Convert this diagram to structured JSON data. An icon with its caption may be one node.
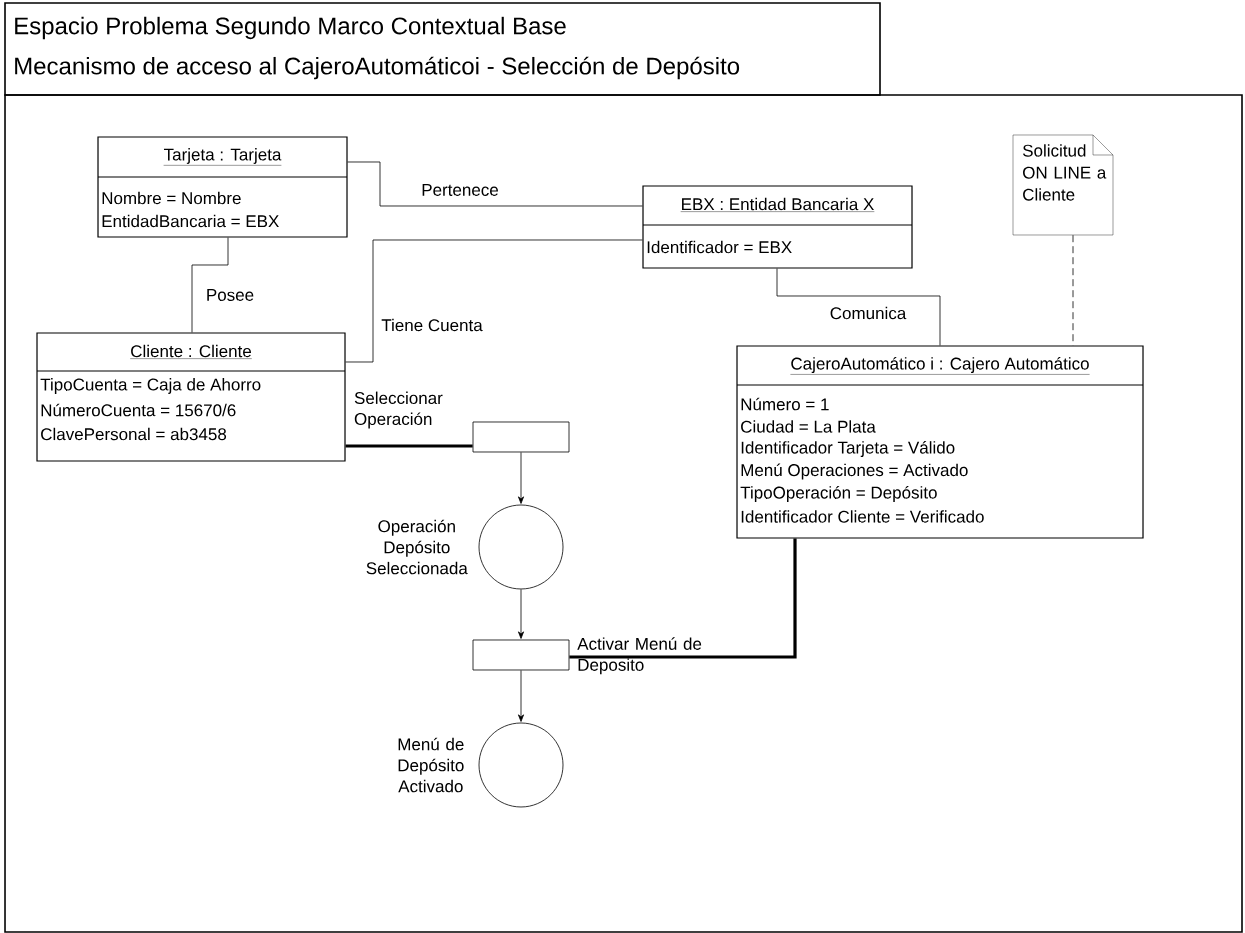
{
  "diagram": {
    "title": "Espacio Problema Segundo Marco Contextual Base",
    "nodes": [
      {
        "text": [
          "Tarjeta : Tarjeta",
          "Nombre = Nombre",
          "EntidadBancaria = EBX"
        ]
      },
      {
        "text": [
          "EBX : Entidad Bancaria X",
          "Identificador = EBX"
        ]
      },
      {
        "text": [
          "Solicitud ON LINE a Cliente"
        ]
      },
      {
        "text": [
          "Cliente : Cliente",
          "TipoCuenta = Caja de Ahorro",
          "NúmeroCuenta = 15670/6",
          "ClavePersonal = ab3458"
        ]
      },
      {
        "text": [
          "CajeroAutomático i : Cajero Automático",
          "Número = 1",
          "Ciudad = La Plata",
          "Identificador Tarjeta = Válido",
          "Menú Operaciones = Activado",
          "TipoOperación = Depósito",
          "Identificador Cliente = Verificado"
        ]
      },
      {
        "text": [],
        "shape": "box"
      },
      {
        "text": [],
        "shape": "circle",
        "beside": [
          "Operación Depósito Seleccionada"
        ]
      },
      {
        "text": [],
        "shape": "box",
        "beside": [
          "Activar Menú de Deposito"
        ]
      },
      {
        "text": [],
        "shape": "circle",
        "beside": [
          "Menú de Depósito Activado"
        ]
      }
    ],
    "edges": [
      {
        "from": 0,
        "to": 1,
        "arrow": "none",
        "label": "Pertenece"
      },
      {
        "from": 0,
        "to": 3,
        "arrow": "none",
        "label": "Posee"
      },
      {
        "from": 3,
        "to": 1,
        "arrow": "none",
        "label": "Tiene Cuenta"
      },
      {
        "from": 1,
        "to": 4,
        "arrow": "none",
        "label": "Comunica"
      },
      {
        "from": 2,
        "to": 4,
        "arrow": "none",
        "style": "dashed"
      },
      {
        "from": 3,
        "to": 5,
        "arrow": "none",
        "style": "thick",
        "label": "Seleccionar Operación"
      },
      {
        "from": 5,
        "to": 6,
        "arrow": "to"
      },
      {
        "from": 6,
        "to": 7,
        "arrow": "to"
      },
      {
        "from": 4,
        "to": 7,
        "arrow": "none",
        "style": "thick"
      },
      {
        "from": 7,
        "to": 8,
        "arrow": "to"
      }
    ],
    "labels": [
      "Mecanismo de acceso al CajeroAutomáticoi - Selección de Depósito"
    ]
  }
}
